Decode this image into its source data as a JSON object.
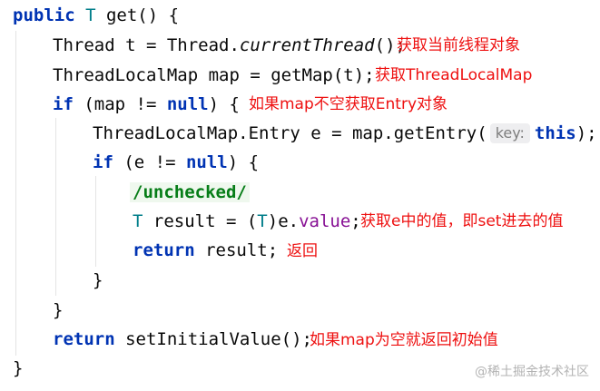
{
  "code": {
    "lines": [
      [
        {
          "text": "public ",
          "style": "kw"
        },
        {
          "text": "T",
          "style": "tp"
        },
        {
          "text": " get() {",
          "style": "plain"
        }
      ],
      [
        {
          "text": "Thread t = Thread.",
          "style": "plain"
        },
        {
          "text": "currentThread",
          "style": "italic"
        },
        {
          "text": "();",
          "style": "plain"
        }
      ],
      [
        {
          "text": "ThreadLocalMap map = getMap(t);",
          "style": "plain"
        }
      ],
      [
        {
          "text": "if",
          "style": "kw"
        },
        {
          "text": " (map != ",
          "style": "plain"
        },
        {
          "text": "null",
          "style": "kw"
        },
        {
          "text": ") {",
          "style": "plain"
        }
      ],
      [
        {
          "text": "ThreadLocalMap.Entry e = map.getEntry(",
          "style": "plain"
        },
        {
          "text": "key:",
          "style": "hint"
        },
        {
          "text": "this",
          "style": "kw"
        },
        {
          "text": ");",
          "style": "plain"
        }
      ],
      [
        {
          "text": "if",
          "style": "kw"
        },
        {
          "text": " (e != ",
          "style": "plain"
        },
        {
          "text": "null",
          "style": "kw"
        },
        {
          "text": ") {",
          "style": "plain"
        }
      ],
      [
        {
          "text": "/unchecked/",
          "style": "suppress"
        }
      ],
      [
        {
          "text": "T",
          "style": "tp"
        },
        {
          "text": " result = (",
          "style": "plain"
        },
        {
          "text": "T",
          "style": "tp"
        },
        {
          "text": ")e.",
          "style": "plain"
        },
        {
          "text": "value",
          "style": "field"
        },
        {
          "text": ";",
          "style": "plain"
        }
      ],
      [
        {
          "text": "return",
          "style": "kw"
        },
        {
          "text": " result;",
          "style": "plain"
        }
      ],
      [
        {
          "text": "}",
          "style": "plain"
        }
      ],
      [
        {
          "text": "}",
          "style": "plain"
        }
      ],
      [
        {
          "text": "return",
          "style": "kw"
        },
        {
          "text": " setInitialValue();",
          "style": "plain"
        }
      ],
      [
        {
          "text": "}",
          "style": "plain"
        }
      ]
    ]
  },
  "annotations": {
    "current_thread": "获取当前线程对象",
    "thread_local_map": "获取ThreadLocalMap",
    "map_not_empty": "如果map不空获取Entry对象",
    "get_value": "获取e中的值，即set进去的值",
    "return_note": "返回",
    "map_empty": "如果map为空就返回初始值"
  },
  "watermark": "@稀土掘金技术社区",
  "colors": {
    "keyword": "#0033b3",
    "text": "#080808",
    "type_param": "#007e8a",
    "field": "#871094",
    "suppress_text": "#067d17",
    "suppress_bg": "#eff8ee",
    "annotation": "#ee1010",
    "hint_bg": "#eeeef0",
    "hint_text": "#7d7d7d",
    "indent_guide": "#e4e4e4",
    "watermark": "#b3b3b3"
  }
}
